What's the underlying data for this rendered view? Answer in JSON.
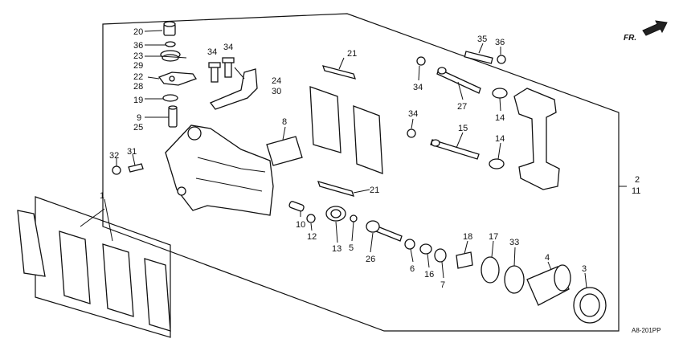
{
  "diagram": {
    "direction_marker": "FR.",
    "diagram_code": "A8-201PP",
    "callouts": [
      {
        "id": "c20",
        "text": "20"
      },
      {
        "id": "c36a",
        "text": "36"
      },
      {
        "id": "c23",
        "text": "23"
      },
      {
        "id": "c29",
        "text": "29"
      },
      {
        "id": "c22",
        "text": "22"
      },
      {
        "id": "c28",
        "text": "28"
      },
      {
        "id": "c19",
        "text": "19"
      },
      {
        "id": "c9",
        "text": "9"
      },
      {
        "id": "c25",
        "text": "25"
      },
      {
        "id": "c32",
        "text": "32"
      },
      {
        "id": "c31",
        "text": "31"
      },
      {
        "id": "c34a",
        "text": "34"
      },
      {
        "id": "c34b",
        "text": "34"
      },
      {
        "id": "c24",
        "text": "24"
      },
      {
        "id": "c30",
        "text": "30"
      },
      {
        "id": "c21a",
        "text": "21"
      },
      {
        "id": "c8",
        "text": "8"
      },
      {
        "id": "c21b",
        "text": "21"
      },
      {
        "id": "c35",
        "text": "35"
      },
      {
        "id": "c36b",
        "text": "36"
      },
      {
        "id": "c34c",
        "text": "34"
      },
      {
        "id": "c27",
        "text": "27"
      },
      {
        "id": "c14a",
        "text": "14"
      },
      {
        "id": "c34d",
        "text": "34"
      },
      {
        "id": "c15",
        "text": "15"
      },
      {
        "id": "c14b",
        "text": "14"
      },
      {
        "id": "c2",
        "text": "2"
      },
      {
        "id": "c11",
        "text": "11"
      },
      {
        "id": "c1",
        "text": "1"
      },
      {
        "id": "c10",
        "text": "10"
      },
      {
        "id": "c12",
        "text": "12"
      },
      {
        "id": "c13",
        "text": "13"
      },
      {
        "id": "c5",
        "text": "5"
      },
      {
        "id": "c26",
        "text": "26"
      },
      {
        "id": "c6",
        "text": "6"
      },
      {
        "id": "c16",
        "text": "16"
      },
      {
        "id": "c7",
        "text": "7"
      },
      {
        "id": "c18",
        "text": "18"
      },
      {
        "id": "c17",
        "text": "17"
      },
      {
        "id": "c33",
        "text": "33"
      },
      {
        "id": "c4",
        "text": "4"
      },
      {
        "id": "c3",
        "text": "3"
      }
    ]
  }
}
